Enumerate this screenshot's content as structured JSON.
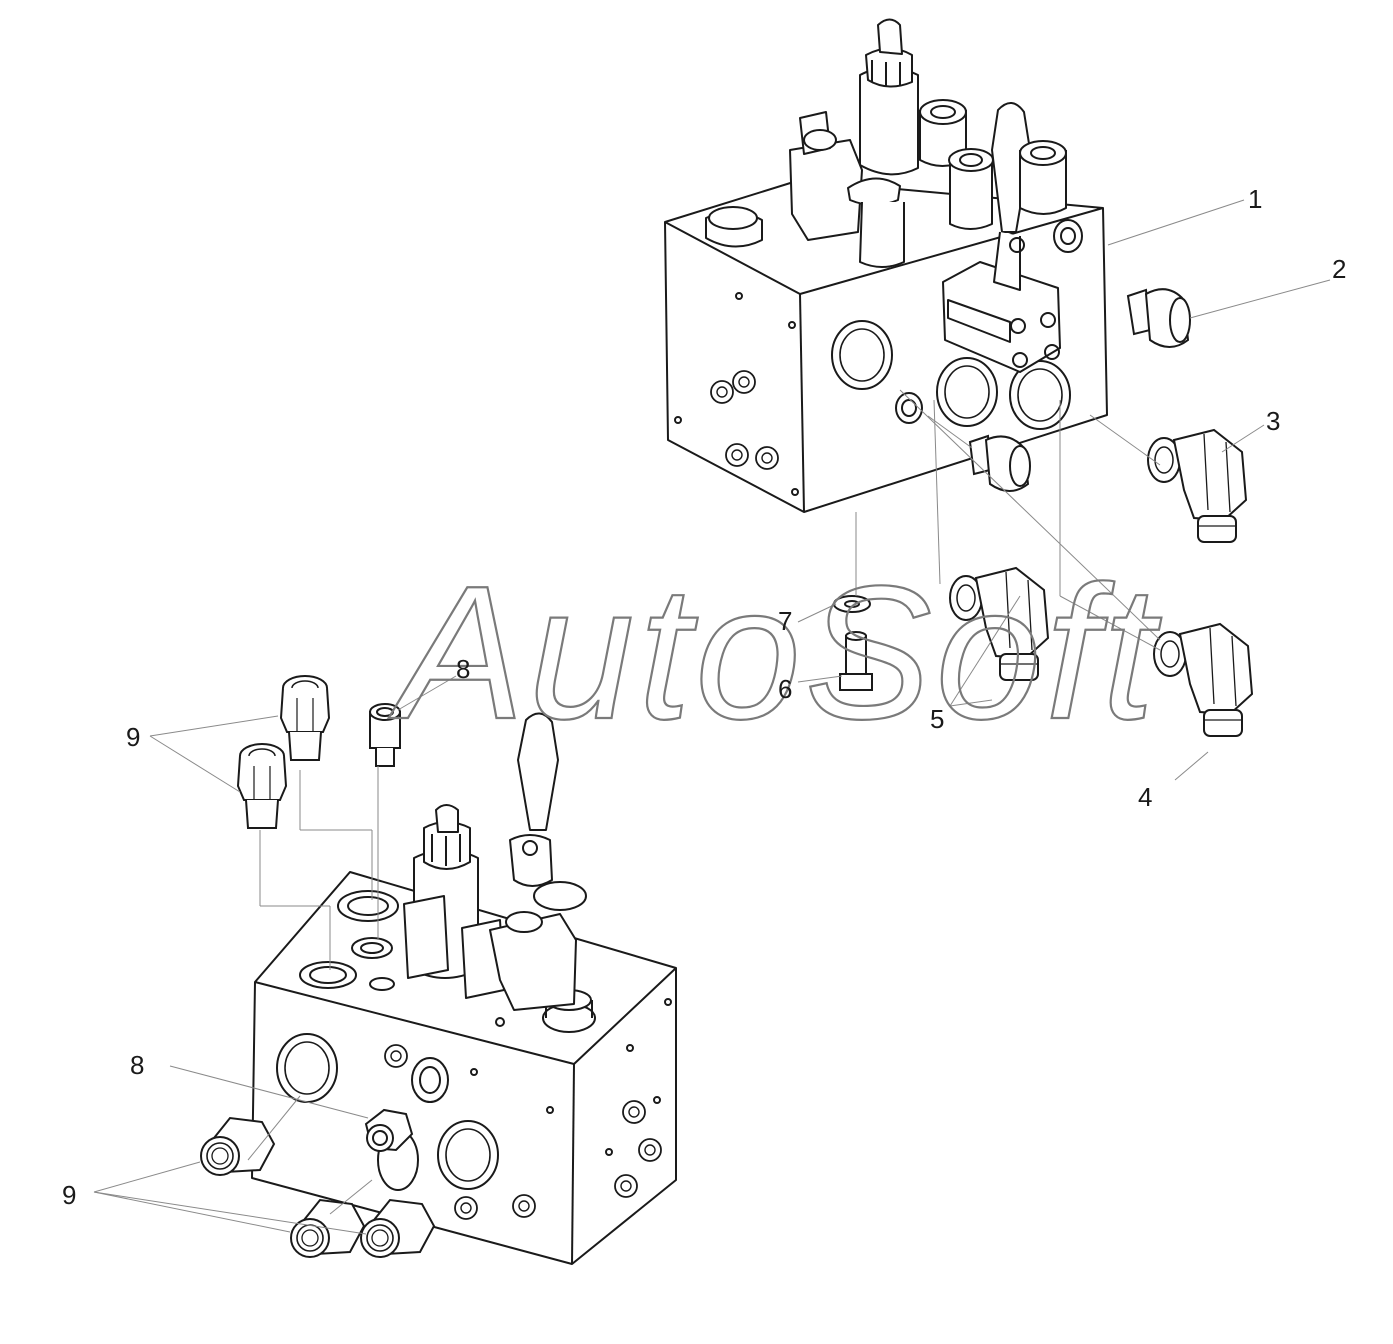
{
  "watermark": {
    "text": "AutoSoft"
  },
  "callouts": [
    {
      "id": "c1",
      "label": "1"
    },
    {
      "id": "c2",
      "label": "2"
    },
    {
      "id": "c3",
      "label": "3"
    },
    {
      "id": "c4",
      "label": "4"
    },
    {
      "id": "c5",
      "label": "5"
    },
    {
      "id": "c6",
      "label": "6"
    },
    {
      "id": "c7",
      "label": "7"
    },
    {
      "id": "c8a",
      "label": "8"
    },
    {
      "id": "c8b",
      "label": "8"
    },
    {
      "id": "c9a",
      "label": "9"
    },
    {
      "id": "c9b",
      "label": "9"
    }
  ],
  "colors": {
    "line": "#1a1a1a",
    "leader": "#8a8a8a",
    "watermark": "#7a7a7a",
    "background": "#ffffff"
  }
}
